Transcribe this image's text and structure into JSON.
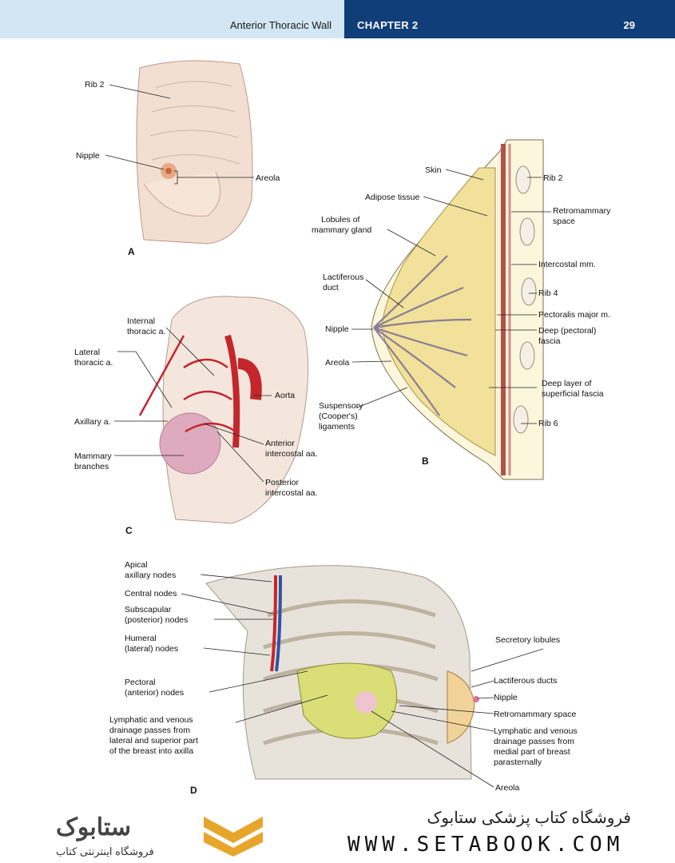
{
  "header": {
    "section": "Anterior Thoracic Wall",
    "chapter": "CHAPTER 2",
    "page": "29"
  },
  "colors": {
    "header_light": "#d3e6f4",
    "header_dark": "#0f3e79",
    "brand_gold": "#e7a52b"
  },
  "panels": {
    "a": {
      "letter": "A",
      "labels": [
        "Rib 2",
        "Nipple",
        "Areola"
      ]
    },
    "b": {
      "letter": "B",
      "labels": [
        "Skin",
        "Adipose tissue",
        "Lobules of",
        "mammary gland",
        "Lactiferous",
        "duct",
        "Nipple",
        "Areola",
        "Suspensory",
        "(Cooper's)",
        "ligaments",
        "Rib 2",
        "Retromammary",
        "space",
        "Intercostal mm.",
        "Rib 4",
        "Pectoralis major m.",
        "Deep (pectoral)",
        "fascia",
        "Deep layer of",
        "superficial fascia",
        "Rib 6"
      ]
    },
    "c": {
      "letter": "C",
      "labels": [
        "Internal",
        "thoracic a.",
        "Lateral",
        "thoracic a.",
        "Aorta",
        "Axillary a.",
        "Anterior",
        "intercostal aa.",
        "Mammary",
        "branches",
        "Posterior",
        "intercostal aa."
      ]
    },
    "d": {
      "letter": "D",
      "labels": [
        "Apical",
        "axillary nodes",
        "Central nodes",
        "Subscapular",
        "(posterior) nodes",
        "Humeral",
        "(lateral) nodes",
        "Pectoral",
        "(anterior) nodes",
        "Lymphatic and venous",
        "drainage passes from",
        "lateral and superior part",
        "of the breast into axilla",
        "Secretory lobules",
        "Lactiferous ducts",
        "Nipple",
        "Retromammary space",
        "Lymphatic and venous",
        "drainage passes from",
        "medial part of breast",
        "parasternally",
        "Areola"
      ]
    }
  },
  "footer": {
    "logo_latin": "ستابوک",
    "logo_sub": "فروشگاه اینترنتی کتاب",
    "store_name": "فروشگاه کتاب پزشکی ستابوک",
    "url": "WWW.SETABOOK.COM"
  }
}
